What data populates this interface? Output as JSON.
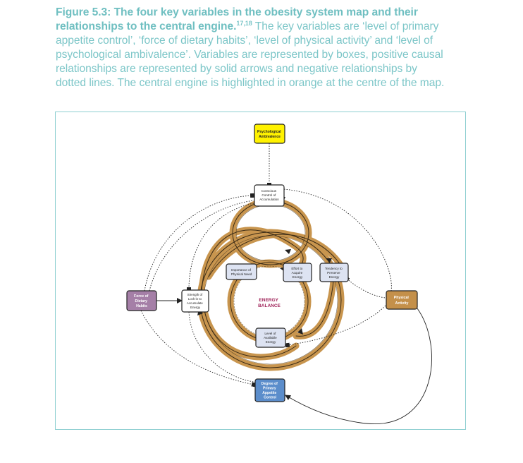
{
  "caption": {
    "title": "Figure 5.3: The four key variables in the obesity system map and their relationships to the central engine.",
    "refs": "17,18",
    "body": "The key variables are ‘level of primary appetite control’, ‘force of dietary habits’, ‘level of physical activity’ and ‘level of psychological ambivalence’. Variables are represented by boxes, positive causal relationships are represented by solid arrows and negative relationships by dotted lines. The central engine is highlighted in orange at the centre of the map."
  },
  "diagram": {
    "center_label": [
      "ENERGY",
      "BALANCE"
    ],
    "nodes": {
      "psych": [
        "Psychological",
        "Ambivalence"
      ],
      "conscious": [
        "Conscious",
        "Control of",
        "Accumulation"
      ],
      "importance": [
        "Importance of",
        "Physical Need"
      ],
      "effort": [
        "Effort to",
        "Acquire",
        "Energy"
      ],
      "tendency": [
        "Tendency to",
        "Preserve",
        "Energy"
      ],
      "force": [
        "Force of",
        "Dietary",
        "Habits"
      ],
      "strength": [
        "Strength of",
        "Lock-in to",
        "Accumulate",
        "Energy"
      ],
      "physical": [
        "Physical",
        "Activity"
      ],
      "level": [
        "Level of",
        "Available",
        "Energy"
      ],
      "degree": [
        "Degree of",
        "Primary",
        "Appetite",
        "Control"
      ]
    },
    "colors": {
      "psych": "#fff200",
      "force": "#a57fa7",
      "physical": "#c4904a",
      "degree": "#5b8dcb",
      "engine_box": "#dde3f2",
      "plain_box": "#ffffff",
      "engine_ring": "#c8954e",
      "center_text": "#a0245a"
    }
  }
}
